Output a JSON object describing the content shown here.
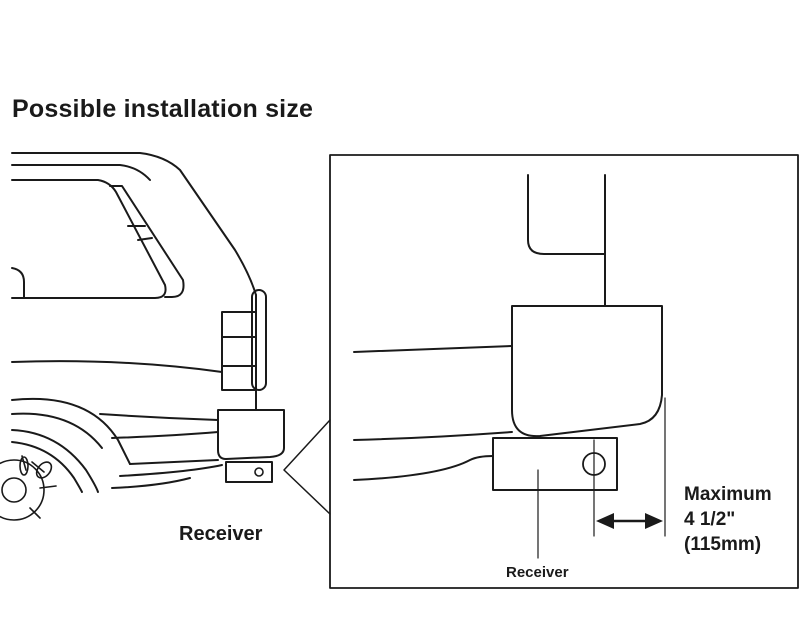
{
  "title": "Possible installation size",
  "labels": {
    "left_receiver": "Receiver",
    "right_receiver": "Receiver",
    "maximum_line1": "Maximum",
    "maximum_line2": "4 1/2\"",
    "maximum_line3": "(115mm)"
  }
}
